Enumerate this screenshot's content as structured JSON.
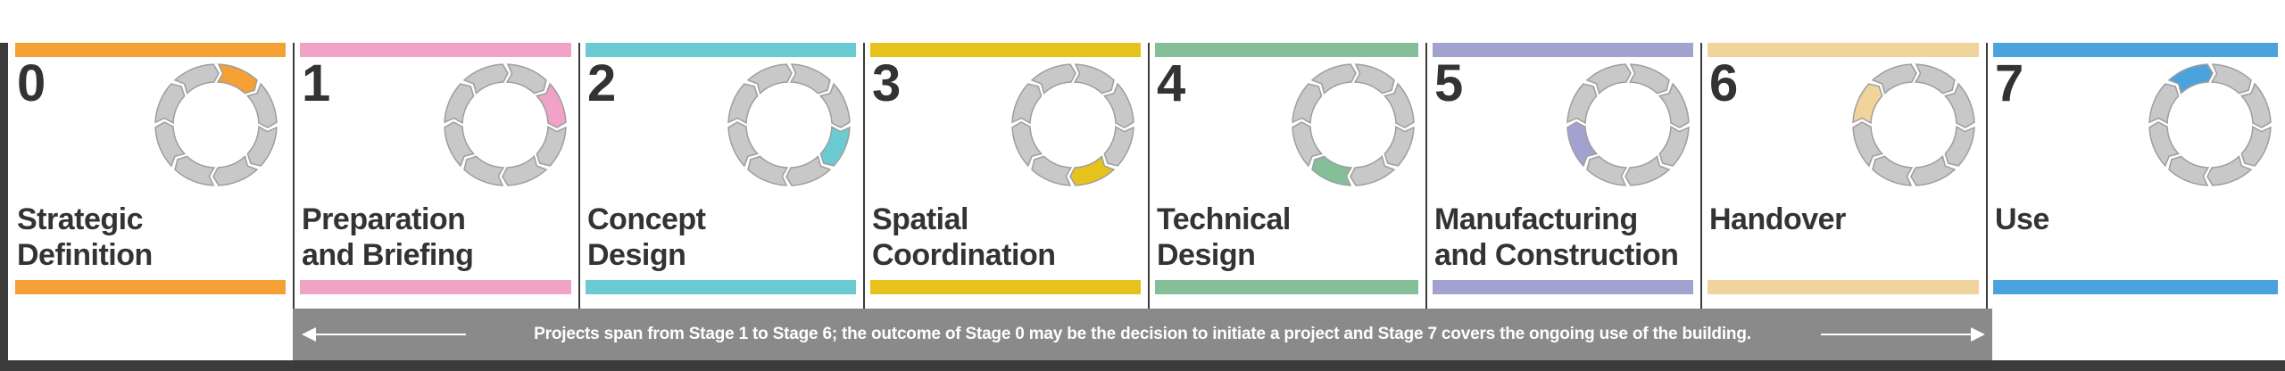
{
  "stages": [
    {
      "number": "0",
      "name": "Strategic\nDefinition",
      "color": "#f5a034"
    },
    {
      "number": "1",
      "name": "Preparation\nand Briefing",
      "color": "#f0a3c6"
    },
    {
      "number": "2",
      "name": "Concept\nDesign",
      "color": "#6ccbd2"
    },
    {
      "number": "3",
      "name": "Spatial\nCoordination",
      "color": "#e8c21c"
    },
    {
      "number": "4",
      "name": "Technical\nDesign",
      "color": "#84bf97"
    },
    {
      "number": "5",
      "name": "Manufacturing\nand Construction",
      "color": "#a2a2d0"
    },
    {
      "number": "6",
      "name": "Handover",
      "color": "#f0d49c"
    },
    {
      "number": "7",
      "name": "Use",
      "color": "#4aa3dd"
    }
  ],
  "ring": {
    "segments": 8,
    "base_color": "#c8c8c8"
  },
  "note": "Projects span from Stage 1 to Stage 6; the  outcome of Stage 0 may be the decision to initiate a project and Stage 7 covers the ongoing use of the building."
}
